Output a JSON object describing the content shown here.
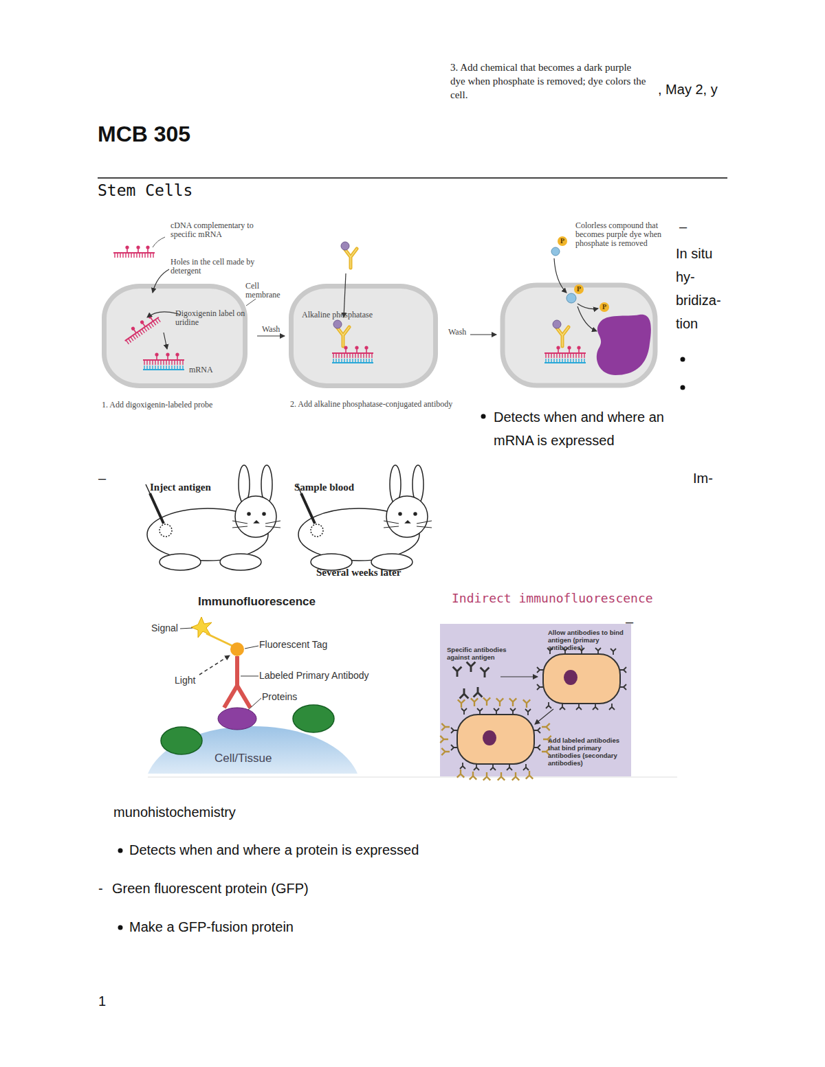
{
  "diagram": {
    "title": "MCB 305",
    "nodes": [
      {
        "text": [
          "Digoxigenin label on uridine",
          "mRNA"
        ]
      },
      {
        "text": [
          "Alkaline phosphatase"
        ]
      },
      {
        "text": [
          "Cell/Tissue"
        ]
      },
      {
        "text": [
          "Specific antibodies against antigen",
          "Allow antibodies to bind antigen (primary antibodies)",
          "Add labeled antibodies that bind primary antibodies (secondary antibodies)"
        ]
      }
    ],
    "edges": [
      {
        "from": 0,
        "to": 1,
        "arrow": "to",
        "label": "Wash"
      }
    ],
    "labels": [
      "3. Add chemical that becomes a dark purple dye when phosphate is removed; dye colors the cell.",
      ", May 2, y",
      "Stem Cells",
      "cDNA complementary to specific mRNA",
      "Holes in the cell made by detergent",
      "Cell membrane",
      "1. Add digoxigenin-labeled probe",
      "2. Add alkaline phosphatase-conjugated antibody",
      "Wash",
      "Colorless compound that becomes purple dye when phosphate is removed",
      "P",
      "P",
      "P",
      "–",
      "In situ hy- bridiza- tion",
      "Detects when and where an mRNA is expressed",
      "–",
      "Im-",
      "Inject antigen",
      "Sample blood",
      "Several weeks later",
      "Immunofluorescence",
      "Signal",
      "Fluorescent Tag",
      "Light",
      "Labeled Primary Antibody",
      "Proteins",
      "Indirect immunofluorescence",
      "–",
      "munohistochemistry",
      "Detects when and where a protein is expressed",
      "-",
      "Green fluorescent protein (GFP)",
      "Make a GFP-fusion protein",
      "1"
    ]
  }
}
